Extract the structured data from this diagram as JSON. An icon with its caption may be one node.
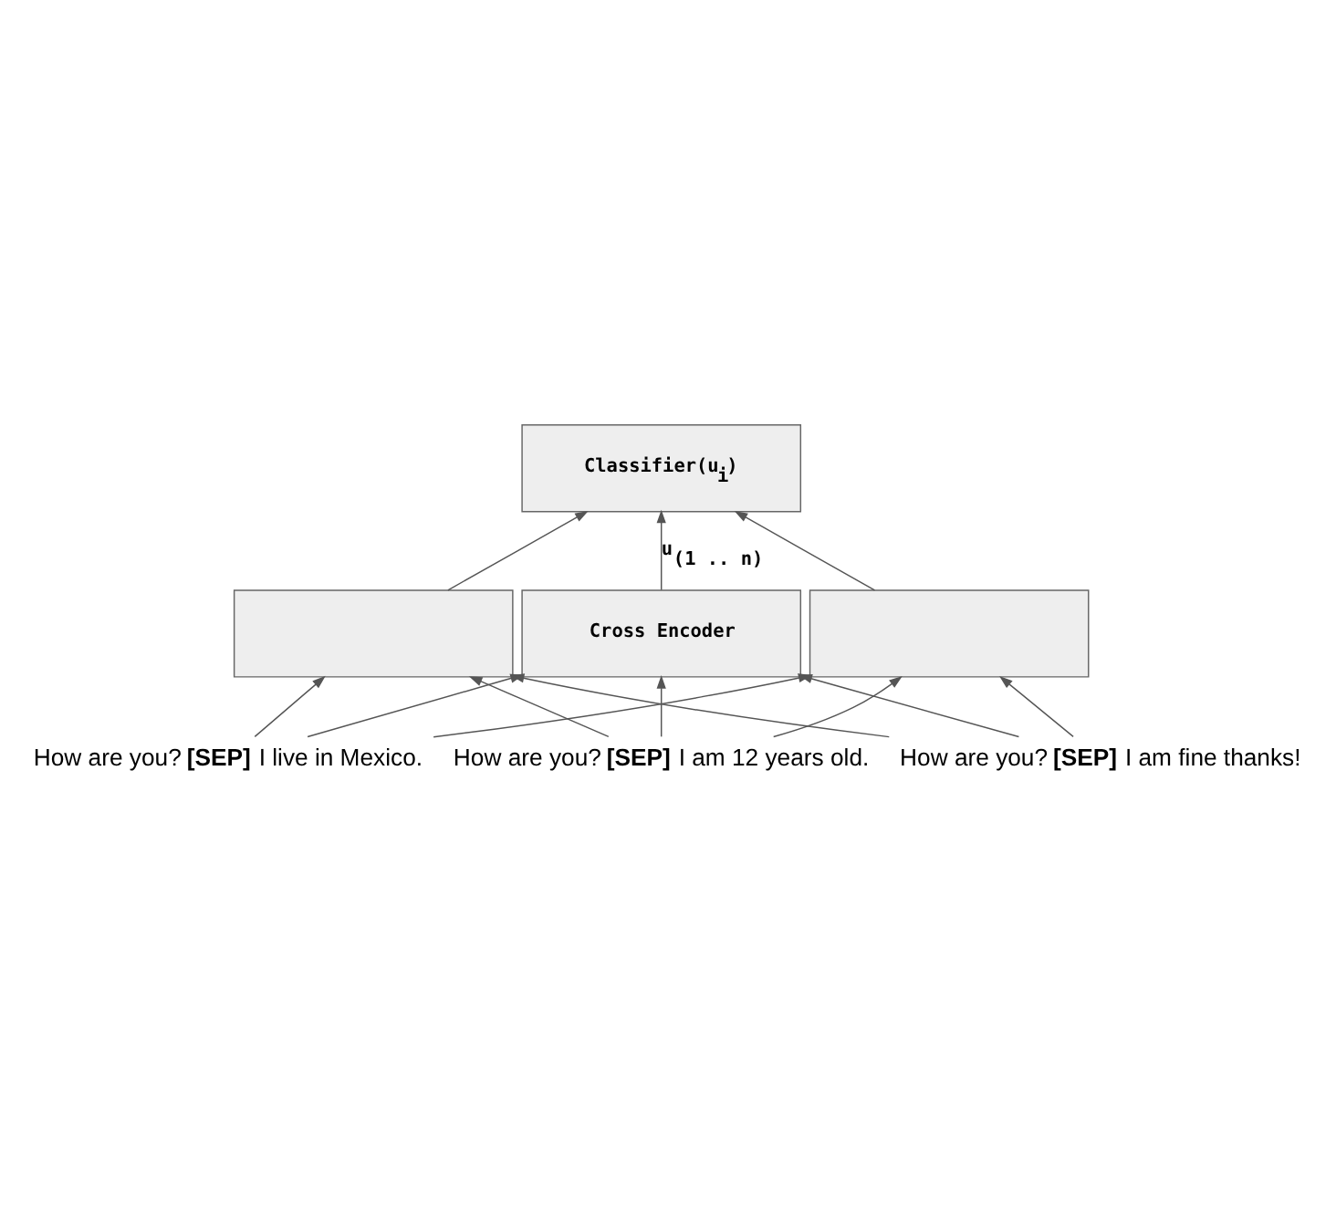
{
  "diagram": {
    "nodes": [
      {
        "text": [
          "Classifier(u$_{i}$)"
        ]
      },
      {
        "text": [],
        "shape": "box"
      },
      {
        "text": [],
        "shape": "box"
      },
      {
        "text": [
          "Cross Encoder"
        ]
      },
      {
        "text": [
          "How are you? **[SEP]** I live in Mexico."
        ]
      },
      {
        "text": [
          "How are you? **[SEP]** I am fine thanks!"
        ]
      },
      {
        "text": [
          "How are you? **[SEP]** I am 12 years old."
        ]
      }
    ],
    "edges": [
      {
        "from": 1,
        "to": 0,
        "arrow": "to"
      },
      {
        "from": 2,
        "to": 0,
        "arrow": "to"
      },
      {
        "from": 3,
        "to": 0,
        "arrow": "to",
        "label": "u$_{(1 .. n)}$"
      },
      {
        "from": 4,
        "to": 1,
        "arrow": "to"
      },
      {
        "from": 4,
        "to": 2,
        "arrow": "to"
      },
      {
        "from": 4,
        "to": 3,
        "arrow": "to"
      },
      {
        "from": 5,
        "to": 1,
        "arrow": "to"
      },
      {
        "from": 5,
        "to": 2,
        "arrow": "to"
      },
      {
        "from": 5,
        "to": 3,
        "arrow": "to"
      },
      {
        "from": 6,
        "to": 1,
        "arrow": "to"
      },
      {
        "from": 6,
        "to": 2,
        "arrow": "to"
      },
      {
        "from": 6,
        "to": 3,
        "arrow": "to"
      }
    ]
  }
}
